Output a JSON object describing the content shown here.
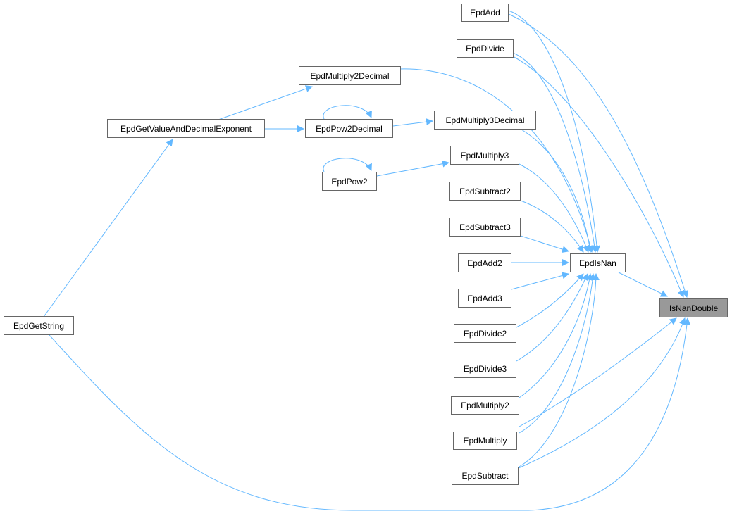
{
  "colors": {
    "edge": "#63b8ff",
    "node_border": "#666666",
    "highlight_fill": "#999999"
  },
  "nodes": [
    {
      "id": "EpdAdd",
      "label": "EpdAdd"
    },
    {
      "id": "EpdDivide",
      "label": "EpdDivide"
    },
    {
      "id": "EpdMultiply2Decimal",
      "label": "EpdMultiply2Decimal"
    },
    {
      "id": "EpdGetValueAndDecimalExponent",
      "label": "EpdGetValueAndDecimalExponent"
    },
    {
      "id": "EpdPow2Decimal",
      "label": "EpdPow2Decimal"
    },
    {
      "id": "EpdMultiply3Decimal",
      "label": "EpdMultiply3Decimal"
    },
    {
      "id": "EpdMultiply3",
      "label": "EpdMultiply3"
    },
    {
      "id": "EpdPow2",
      "label": "EpdPow2"
    },
    {
      "id": "EpdSubtract2",
      "label": "EpdSubtract2"
    },
    {
      "id": "EpdSubtract3",
      "label": "EpdSubtract3"
    },
    {
      "id": "EpdIsNan",
      "label": "EpdIsNan"
    },
    {
      "id": "EpdAdd2",
      "label": "EpdAdd2"
    },
    {
      "id": "EpdAdd3",
      "label": "EpdAdd3"
    },
    {
      "id": "EpdDivide2",
      "label": "EpdDivide2"
    },
    {
      "id": "EpdDivide3",
      "label": "EpdDivide3"
    },
    {
      "id": "EpdMultiply2",
      "label": "EpdMultiply2"
    },
    {
      "id": "EpdMultiply",
      "label": "EpdMultiply"
    },
    {
      "id": "EpdSubtract",
      "label": "EpdSubtract"
    },
    {
      "id": "IsNanDouble",
      "label": "IsNanDouble",
      "highlighted": true
    },
    {
      "id": "EpdGetString",
      "label": "EpdGetString"
    }
  ],
  "edges": [
    {
      "from": "EpdIsNan",
      "to": "IsNanDouble"
    },
    {
      "from": "EpdAdd",
      "to": "IsNanDouble"
    },
    {
      "from": "EpdAdd",
      "to": "EpdIsNan"
    },
    {
      "from": "EpdDivide",
      "to": "IsNanDouble"
    },
    {
      "from": "EpdDivide",
      "to": "EpdIsNan"
    },
    {
      "from": "EpdMultiply2Decimal",
      "to": "EpdIsNan"
    },
    {
      "from": "EpdMultiply3Decimal",
      "to": "EpdIsNan"
    },
    {
      "from": "EpdMultiply3",
      "to": "EpdIsNan"
    },
    {
      "from": "EpdSubtract2",
      "to": "EpdIsNan"
    },
    {
      "from": "EpdSubtract3",
      "to": "EpdIsNan"
    },
    {
      "from": "EpdAdd2",
      "to": "EpdIsNan"
    },
    {
      "from": "EpdAdd3",
      "to": "EpdIsNan"
    },
    {
      "from": "EpdDivide2",
      "to": "EpdIsNan"
    },
    {
      "from": "EpdDivide3",
      "to": "EpdIsNan"
    },
    {
      "from": "EpdMultiply2",
      "to": "EpdIsNan"
    },
    {
      "from": "EpdMultiply",
      "to": "EpdIsNan"
    },
    {
      "from": "EpdSubtract",
      "to": "EpdIsNan"
    },
    {
      "from": "EpdMultiply",
      "to": "IsNanDouble"
    },
    {
      "from": "EpdSubtract",
      "to": "IsNanDouble"
    },
    {
      "from": "EpdGetString",
      "to": "IsNanDouble"
    },
    {
      "from": "EpdGetString",
      "to": "EpdGetValueAndDecimalExponent"
    },
    {
      "from": "EpdGetValueAndDecimalExponent",
      "to": "EpdMultiply2Decimal"
    },
    {
      "from": "EpdGetValueAndDecimalExponent",
      "to": "EpdPow2Decimal"
    },
    {
      "from": "EpdPow2Decimal",
      "to": "EpdPow2Decimal"
    },
    {
      "from": "EpdPow2Decimal",
      "to": "EpdMultiply3Decimal"
    },
    {
      "from": "EpdPow2",
      "to": "EpdPow2"
    },
    {
      "from": "EpdPow2",
      "to": "EpdMultiply3"
    }
  ]
}
